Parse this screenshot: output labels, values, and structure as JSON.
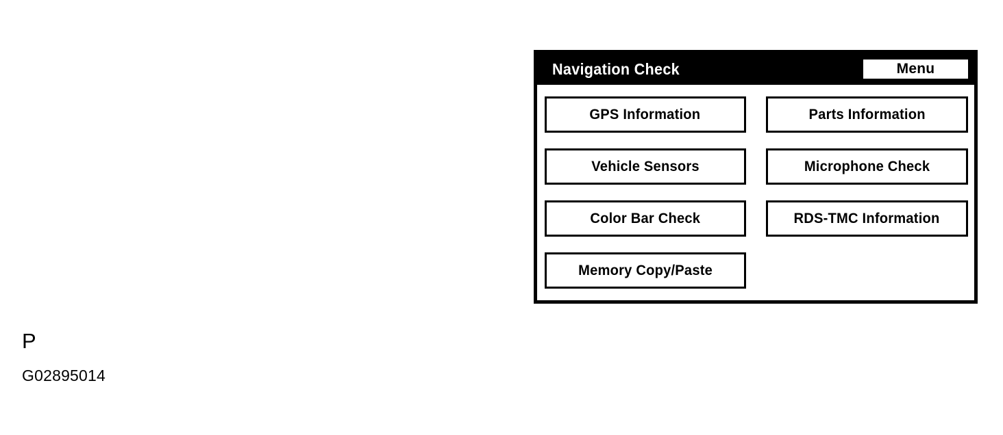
{
  "figure": {
    "caption_letter": "P",
    "caption_code": "G02895014"
  },
  "nav_screen": {
    "header": {
      "title": "Navigation Check",
      "menu_button_label": "Menu",
      "background_color": "#000000",
      "text_color": "#ffffff"
    },
    "left_column": [
      {
        "label": "GPS Information"
      },
      {
        "label": "Vehicle Sensors"
      },
      {
        "label": "Color Bar Check"
      },
      {
        "label": "Memory Copy/Paste"
      }
    ],
    "right_column": [
      {
        "label": "Parts Information"
      },
      {
        "label": "Microphone Check"
      },
      {
        "label": "RDS-TMC Information"
      }
    ],
    "colors": {
      "frame": "#000000",
      "screen_background": "#ffffff",
      "button_background": "#ffffff",
      "button_border": "#000000",
      "button_text": "#000000"
    }
  }
}
